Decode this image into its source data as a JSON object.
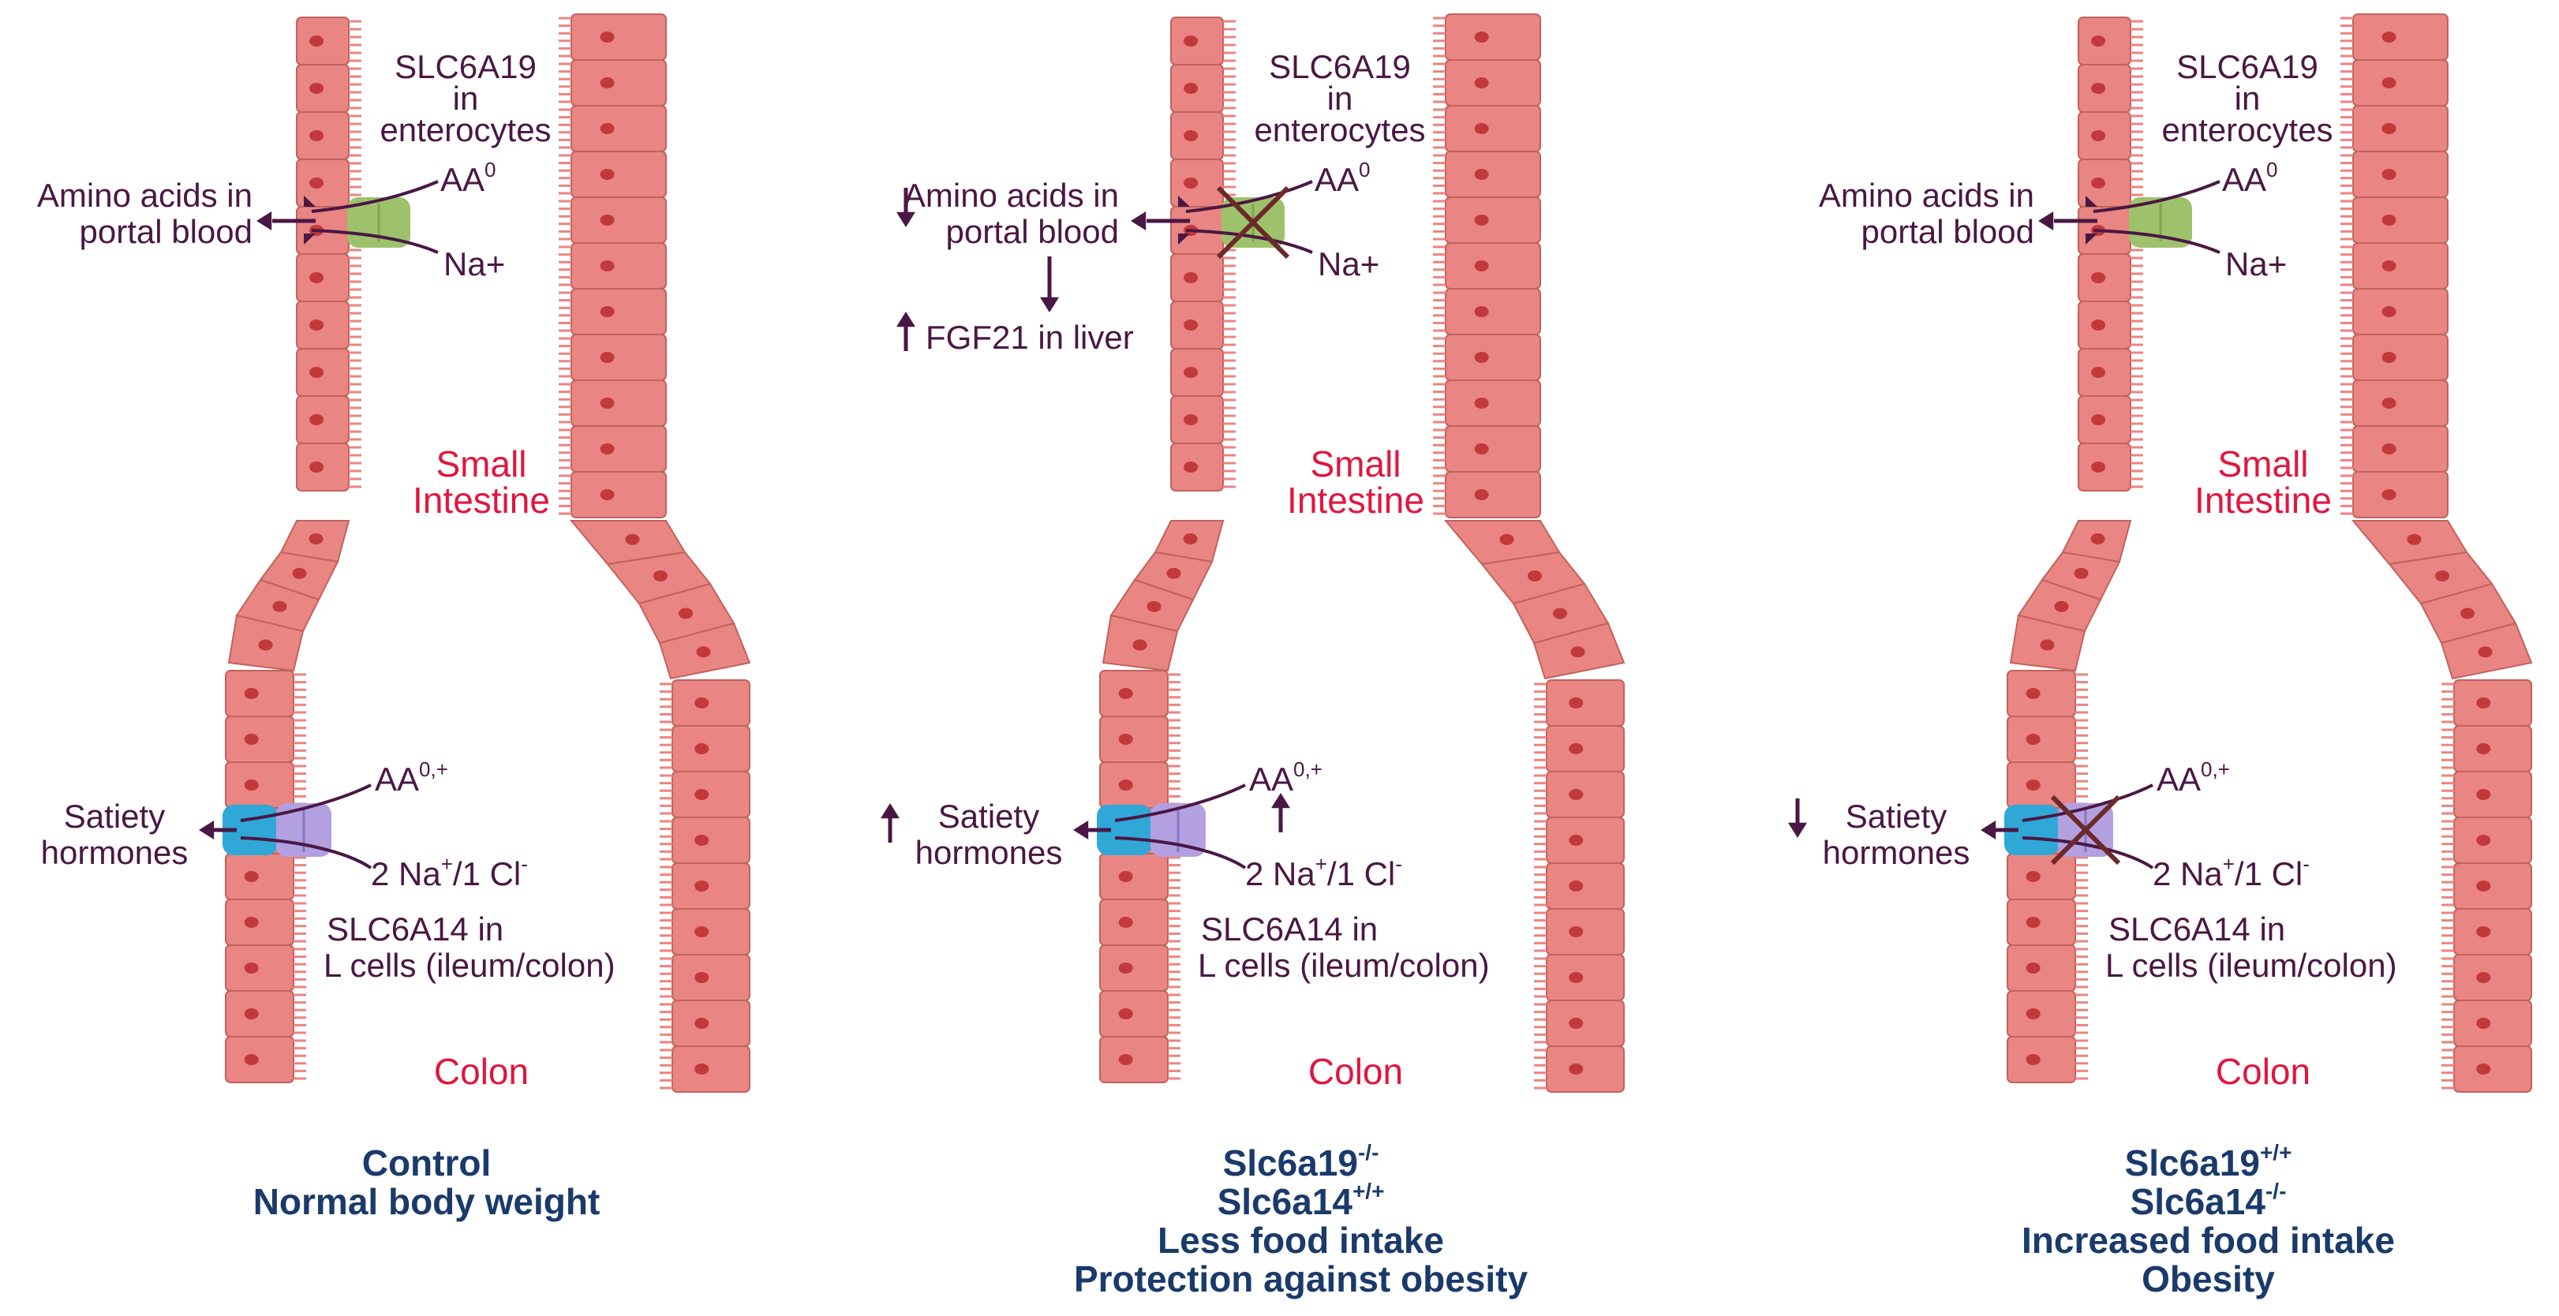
{
  "labels": {
    "slc6a19": [
      "SLC6A19",
      "in",
      "enterocytes"
    ],
    "aa0_base": "AA",
    "aa0_sup": "0",
    "na_plus": "Na+",
    "amino_acids": [
      "Amino acids in",
      "portal blood"
    ],
    "fgf21": "FGF21 in liver",
    "small_intestine": [
      "Small",
      "Intestine"
    ],
    "aa0plus_base": "AA",
    "aa0plus_sup": "0,+",
    "satiety": [
      "Satiety",
      "hormones"
    ],
    "na_cl": {
      "a": "2 Na",
      "a_sup": "+",
      "b": "/1 Cl",
      "b_sup": "-"
    },
    "slc6a14": [
      "SLC6A14 in",
      "L cells (ileum/colon)"
    ],
    "colon": "Colon"
  },
  "panels": [
    {
      "caption_lines": [
        {
          "text": "Control"
        },
        {
          "text": "Normal body weight"
        }
      ],
      "slc6a19_knockout": false,
      "slc6a14_knockout": false,
      "amino_acids_trend": "none",
      "fgf21_shown": false,
      "satiety_trend": "none",
      "aa0plus_trend": "none"
    },
    {
      "caption_lines": [
        {
          "text": "Slc6a19",
          "sup": "-/-"
        },
        {
          "text": "Slc6a14",
          "sup": "+/+"
        },
        {
          "text": "Less food intake"
        },
        {
          "text": "Protection against obesity"
        }
      ],
      "slc6a19_knockout": true,
      "slc6a14_knockout": false,
      "amino_acids_trend": "down",
      "fgf21_shown": true,
      "satiety_trend": "up",
      "aa0plus_trend": "up"
    },
    {
      "caption_lines": [
        {
          "text": "Slc6a19",
          "sup": "+/+"
        },
        {
          "text": "Slc6a14",
          "sup": "-/-"
        },
        {
          "text": "Increased food intake"
        },
        {
          "text": "Obesity"
        }
      ],
      "slc6a19_knockout": false,
      "slc6a14_knockout": true,
      "amino_acids_trend": "none",
      "fgf21_shown": false,
      "satiety_trend": "down",
      "aa0plus_trend": "none"
    }
  ],
  "colors": {
    "cell_fill": "#e98582",
    "cell_stroke": "#c2625f",
    "nucleus": "#c2393c",
    "text": "#4a1744",
    "red_label": "#e0163f",
    "caption": "#1a3a6b",
    "transporter_green": "#9ec26b",
    "transporter_purple": "#b3a0e0",
    "lcell_blue": "#2fa8d8",
    "cross": "#6b2a2a"
  }
}
